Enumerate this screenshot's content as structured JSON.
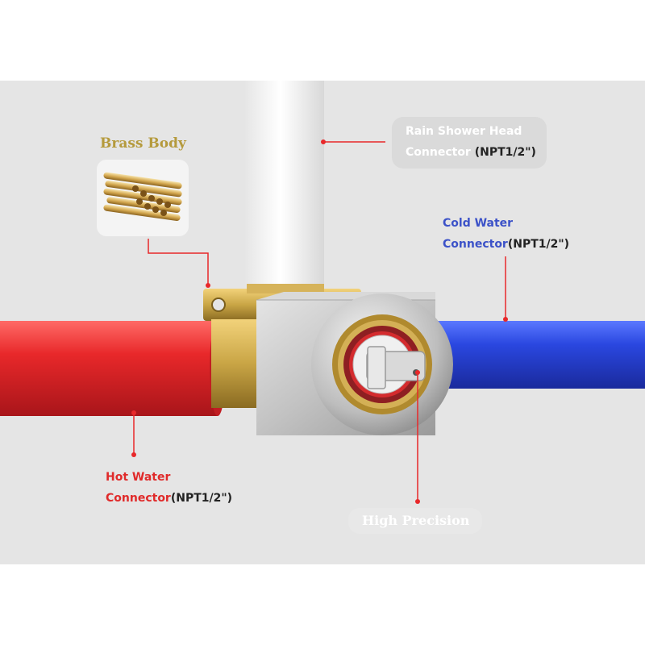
{
  "labels": {
    "brass_body": "Brass Body",
    "rain_shower_line1": "Rain Shower Head",
    "rain_shower_line2_prefix": "Connector ",
    "rain_shower_spec": "(NPT1/2\")",
    "cold_water_line1": "Cold Water",
    "cold_water_line2_prefix": "Connector",
    "cold_water_spec": "(NPT1/2\")",
    "hot_water_line1": "Hot Water",
    "hot_water_line2_prefix": "Connector",
    "hot_water_spec": "(NPT1/2\")",
    "high_precision": "High Precision"
  },
  "colors": {
    "background_band": "#e5e5e5",
    "hot_pipe": "#e8282a",
    "cold_pipe": "#2a47e0",
    "shower_pipe": "#f2f2f2",
    "brass": "#c9a545",
    "steel": "#c2c2c2",
    "callout_red": "#e8282a",
    "brass_label": "#b59a3c",
    "cold_label": "#3c52c8",
    "hot_label": "#e02a2a"
  }
}
